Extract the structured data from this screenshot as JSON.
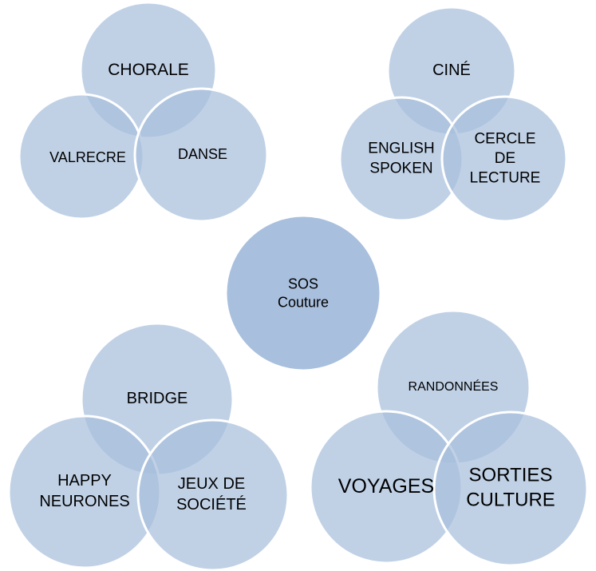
{
  "groups": [
    {
      "id": "g1",
      "circles": [
        {
          "label": [
            "CHORALE"
          ]
        },
        {
          "label": [
            "VALRECRE"
          ]
        },
        {
          "label": [
            "DANSE"
          ]
        }
      ]
    },
    {
      "id": "g2",
      "circles": [
        {
          "label": [
            "CINÉ"
          ]
        },
        {
          "label": [
            "ENGLISH",
            "SPOKEN"
          ]
        },
        {
          "label": [
            "CERCLE",
            "DE",
            "LECTURE"
          ]
        }
      ]
    },
    {
      "id": "g3",
      "circles": [
        {
          "label": [
            "SOS",
            "Couture"
          ]
        }
      ]
    },
    {
      "id": "g4",
      "circles": [
        {
          "label": [
            "BRIDGE"
          ]
        },
        {
          "label": [
            "HAPPY",
            "NEURONES"
          ]
        },
        {
          "label": [
            "JEUX DE",
            "SOCIÉTÉ"
          ]
        }
      ]
    },
    {
      "id": "g5",
      "circles": [
        {
          "label": [
            "RANDONNÉES"
          ]
        },
        {
          "label": [
            "VOYAGES"
          ]
        },
        {
          "label": [
            "SORTIES",
            "CULTURE"
          ]
        }
      ]
    }
  ],
  "colors": {
    "circle_fill": "#A8BFDD",
    "circle_stroke": "#FFFFFF",
    "text": "#000000"
  }
}
